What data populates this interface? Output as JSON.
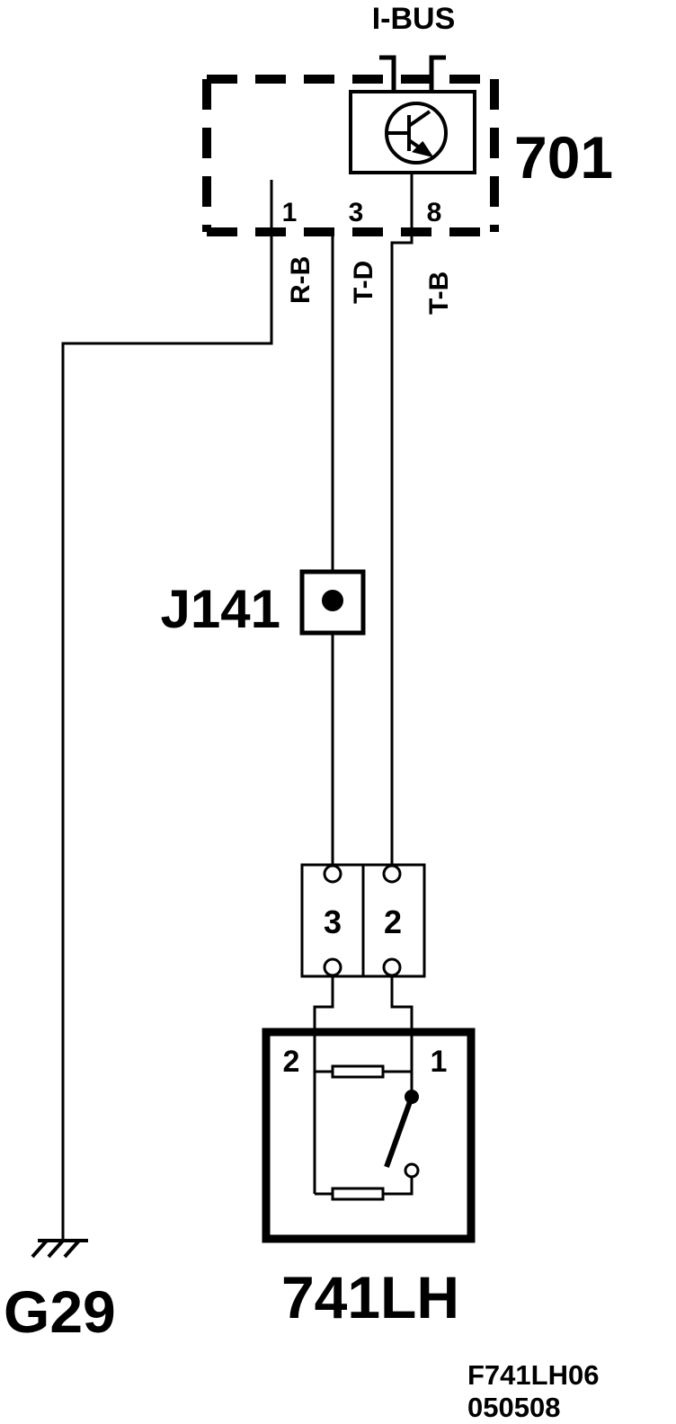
{
  "bus_label": "I-BUS",
  "module": {
    "id": "701",
    "pins": {
      "p1": "1",
      "p3": "3",
      "p8": "8"
    }
  },
  "wires": {
    "w1": "R-B",
    "w3": "T-D",
    "w8": "T-B"
  },
  "junction": {
    "id": "J141"
  },
  "connector": {
    "pins": {
      "left": "3",
      "right": "2"
    }
  },
  "switch": {
    "id": "741LH",
    "pins": {
      "left": "2",
      "right": "1"
    }
  },
  "ground": {
    "id": "G29"
  },
  "drawing_code": {
    "line1": "F741LH06",
    "line2": "050508"
  },
  "colors": {
    "ink": "#000000",
    "paper": "#ffffff"
  }
}
